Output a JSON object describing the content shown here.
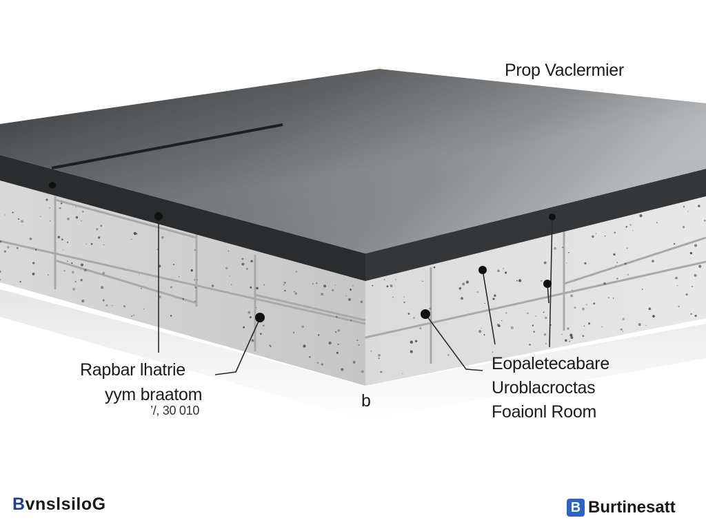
{
  "labels": {
    "top": "Prop Vaclermier",
    "left_1": "Rapbar lhatrie",
    "left_2": "yym braatom",
    "left_3": "’/, 30 010",
    "mid": "b",
    "right_1": "Eopaletecabare",
    "right_2": "Uroblacroctas",
    "right_3": "Foaionl Room"
  },
  "logos": {
    "left": {
      "first_letter": "B",
      "rest": "vnslsiloG",
      "accent_color": "#1f3f8f"
    },
    "right": {
      "mark_letter": "B",
      "name": "Burtinesatt",
      "mark_color": "#2b63c6"
    }
  },
  "colors": {
    "top_slab": "#4a4c50",
    "slab_edge": "#2b2c2f",
    "concrete": "#d4d4d4",
    "leader_line": "#2a2a2a",
    "marker_dot": "#111111"
  }
}
